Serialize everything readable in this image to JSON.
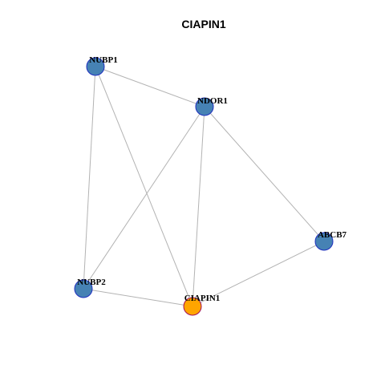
{
  "title": "CIAPIN1",
  "colors": {
    "node_fill": "#4682B4",
    "node_stroke": "#1f2fbf",
    "focus_fill": "#FFA500",
    "focus_stroke": "#a0105a",
    "edge": "#b3b3b3"
  },
  "nodes": [
    {
      "id": "NUBP1",
      "label": "NUBP1",
      "focus": false
    },
    {
      "id": "NDOR1",
      "label": "NDOR1",
      "focus": false
    },
    {
      "id": "ABCB7",
      "label": "ABCB7",
      "focus": false
    },
    {
      "id": "NUBP2",
      "label": "NUBP2",
      "focus": false
    },
    {
      "id": "CIAPIN1",
      "label": "CIAPIN1",
      "focus": true
    }
  ],
  "edges": [
    [
      "NUBP1",
      "NDOR1"
    ],
    [
      "NUBP1",
      "NUBP2"
    ],
    [
      "NUBP1",
      "CIAPIN1"
    ],
    [
      "NDOR1",
      "NUBP2"
    ],
    [
      "NDOR1",
      "CIAPIN1"
    ],
    [
      "NDOR1",
      "ABCB7"
    ],
    [
      "ABCB7",
      "CIAPIN1"
    ],
    [
      "NUBP2",
      "CIAPIN1"
    ]
  ]
}
